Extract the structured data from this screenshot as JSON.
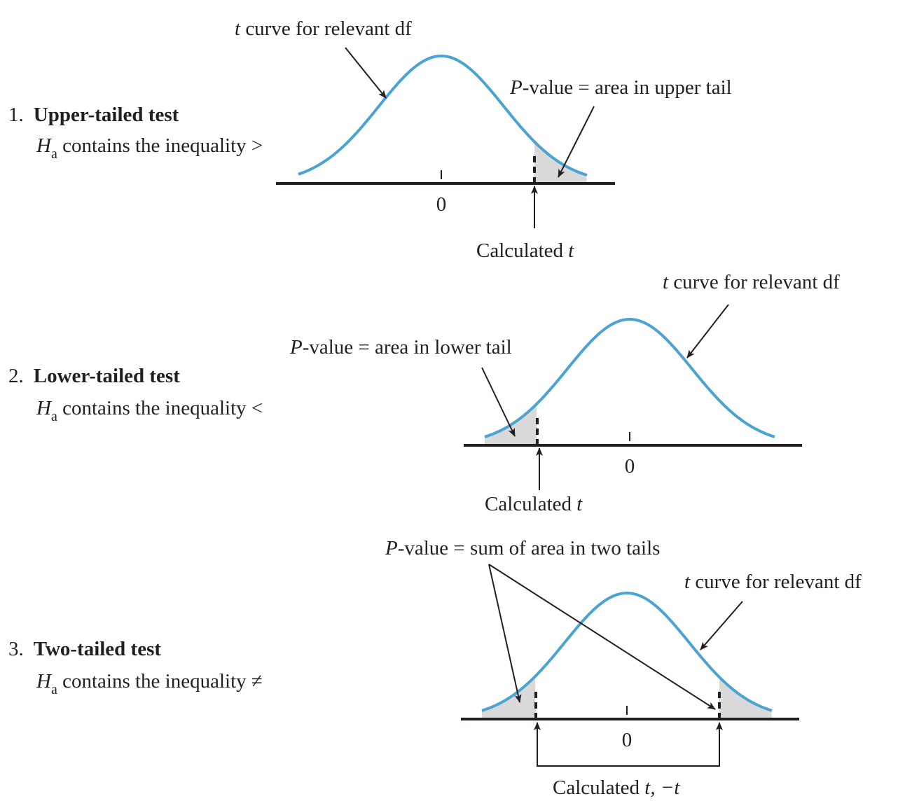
{
  "panels": [
    {
      "number": "1.",
      "title": "Upper-tailed test",
      "ha_symbol": "H",
      "ha_subscript": "a",
      "ha_text": " contains the inequality >",
      "curve_label_italic": "t",
      "curve_label_rest": " curve for relevant df",
      "pvalue_italic": "P",
      "pvalue_rest": "-value = area in upper tail",
      "zero_label": "0",
      "calc_label": "Calculated ",
      "calc_italic": "t",
      "calc_suffix": ""
    },
    {
      "number": "2.",
      "title": "Lower-tailed test",
      "ha_symbol": "H",
      "ha_subscript": "a",
      "ha_text": " contains the inequality <",
      "curve_label_italic": "t",
      "curve_label_rest": " curve for relevant df",
      "pvalue_italic": "P",
      "pvalue_rest": "-value = area in lower tail",
      "zero_label": "0",
      "calc_label": "Calculated ",
      "calc_italic": "t",
      "calc_suffix": ""
    },
    {
      "number": "3.",
      "title": "Two-tailed test",
      "ha_symbol": "H",
      "ha_subscript": "a",
      "ha_text": " contains the inequality ≠",
      "curve_label_italic": "t",
      "curve_label_rest": " curve for relevant df",
      "pvalue_italic": "P",
      "pvalue_rest": "-value = sum of area in two tails",
      "zero_label": "0",
      "calc_label": "Calculated ",
      "calc_italic": "t, −t",
      "calc_suffix": ""
    }
  ],
  "colors": {
    "curve": "#4aa3d0",
    "shade": "#d9d9d9",
    "ink": "#231f20"
  }
}
